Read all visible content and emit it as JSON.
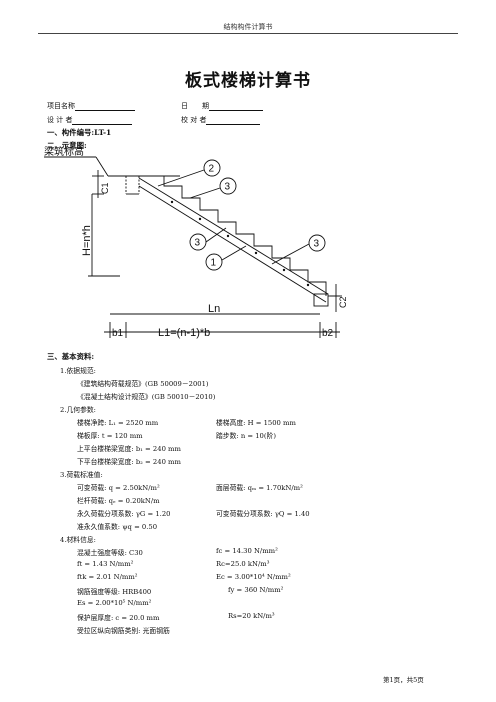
{
  "header": {
    "text": "结构构件计算书"
  },
  "doc_title": "板式楼梯计算书",
  "meta": {
    "project_name_label": "项目名称",
    "date_label": "日　　期",
    "designer_label": "设 计 者",
    "checker_label": "校 对 者"
  },
  "sections": {
    "s1": "一、构件编号:LT-1",
    "s2": "二、示意图:",
    "s3": "三、基本资料:"
  },
  "diagram": {
    "title_label": "梁筑标高",
    "c1": "C1",
    "c2": "C2",
    "h": "H=n*h",
    "ln": "Ln",
    "b1": "b1",
    "l1": "L1=(n-1)*b",
    "b2": "b2",
    "callouts": [
      "2",
      "3",
      "3",
      "1",
      "3"
    ]
  },
  "basic": {
    "item1": "1.依据规范:",
    "code1": "《建筑结构荷载规范》(GB 50009－2001)",
    "code2": "《混凝土结构设计规范》(GB 50010－2010)",
    "item2": "2.几何参数:",
    "clear_span": "楼梯净跨: L₁ = 2520 mm",
    "height": "楼梯高度: H = 1500 mm",
    "thickness": "梯板厚: t = 120 mm",
    "steps": "踏步数: n = 10(阶)",
    "upper_beam": "上平台楼梯梁宽度: b₁ = 240 mm",
    "lower_beam": "下平台楼梯梁宽度: b₂ = 240 mm",
    "item3": "3.荷载标准值:",
    "live_load": "可变荷载: q = 2.50kN/m²",
    "surface_load": "面层荷载: qₘ = 1.70kN/m²",
    "rail_load": "栏杆荷载: qₑ = 0.20kN/m",
    "perm_factor": "永久荷载分项系数: γG = 1.20",
    "var_factor": "可变荷载分项系数: γQ = 1.40",
    "quasi": "准永久值系数: ψq = 0.50",
    "item4": "4.材料信息:",
    "concrete": "混凝土强度等级: C30",
    "fc": "fc = 14.30 N/mm²",
    "ft": "ft = 1.43 N/mm²",
    "rc": "Rc=25.0 kN/m³",
    "ftk": "ftk = 2.01 N/mm²",
    "ec": "Ec = 3.00*10⁴ N/mm²",
    "rebar": "钢筋强度等级: HRB400",
    "fy": "fy = 360 N/mm²",
    "es": "Es = 2.00*10⁵ N/mm²",
    "cover": "保护层厚度: c = 20.0 mm",
    "rs": "Rs=20 kN/m³",
    "bar_type": "受拉区纵向钢筋类别: 光面钢筋"
  },
  "footer": {
    "page": "第1页，共5页"
  }
}
